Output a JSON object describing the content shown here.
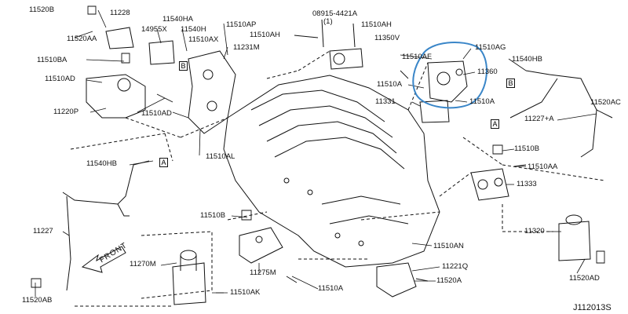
{
  "labels": {
    "l11520B": "11520B",
    "l11228": "11228",
    "l11540HA": "11540HA",
    "l14955X": "14955X",
    "l11540H": "11540H",
    "l11510AX": "11510AX",
    "l11520AA": "11520AA",
    "l11510AP": "11510AP",
    "l11231M": "11231M",
    "l08915": "08915-4421A",
    "l08915q": "(1)",
    "l11510AH_a": "11510AH",
    "l11510AH_b": "11510AH",
    "l11350V": "11350V",
    "l11510BA": "11510BA",
    "l11510AD_a": "11510AD",
    "l11220P": "11220P",
    "l11510AD_b": "11510AD",
    "l11510AF": "11510AF",
    "l11510AG": "11510AG",
    "l11360": "11360",
    "l11510A_a": "11510A",
    "l11331": "11331",
    "l11510A_b": "11510A",
    "l11540HB_a": "11540HB",
    "l11520AC": "11520AC",
    "l11227A": "11227+A",
    "l11510AL": "11510AL",
    "l11540HB_b": "11540HB",
    "l11510B_a": "11510B",
    "l11510AA": "11510AA",
    "l11333": "11333",
    "l11227": "11227",
    "l11510B_b": "11510B",
    "l11320": "11320",
    "l11270M": "11270M",
    "l11275M": "11275M",
    "l11510AN": "11510AN",
    "l11221Q": "11221Q",
    "l11520A": "11520A",
    "l11520AD": "11520AD",
    "l11510AK": "11510AK",
    "l11510A_c": "11510A",
    "l11520AB": "11520AB"
  },
  "refs": {
    "A": "A",
    "B": "B"
  },
  "front_label": "FRONT",
  "drawing_code": "J112013S",
  "highlight_color": "#3a86c8"
}
